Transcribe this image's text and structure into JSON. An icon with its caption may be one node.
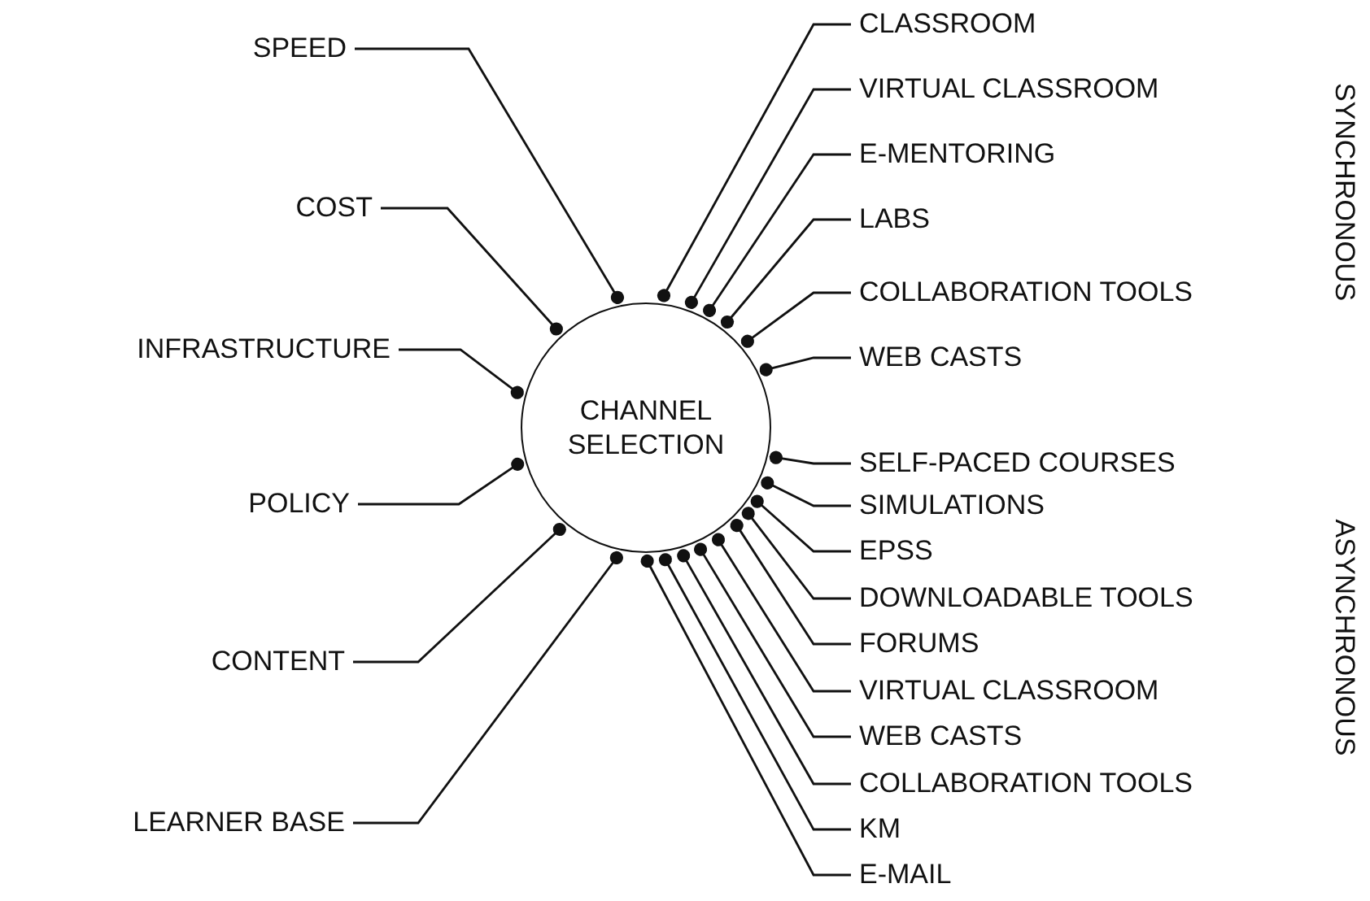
{
  "diagram": {
    "nodes": [
      {
        "text": [
          "CHANNEL SELECTION"
        ]
      },
      {
        "text": [
          "SPEED"
        ]
      },
      {
        "text": [
          "COST"
        ]
      },
      {
        "text": [
          "INFRASTRUCTURE"
        ]
      },
      {
        "text": [
          "POLICY"
        ]
      },
      {
        "text": [
          "CONTENT"
        ]
      },
      {
        "text": [
          "LEARNER BASE"
        ]
      },
      {
        "text": [
          "CLASSROOM"
        ]
      },
      {
        "text": [
          "VIRTUAL CLASSROOM"
        ]
      },
      {
        "text": [
          "E-MENTORING"
        ]
      },
      {
        "text": [
          "LABS"
        ]
      },
      {
        "text": [
          "COLLABORATION TOOLS"
        ]
      },
      {
        "text": [
          "WEB CASTS"
        ]
      },
      {
        "text": [
          "SELF-PACED COURSES"
        ]
      },
      {
        "text": [
          "SIMULATIONS"
        ]
      },
      {
        "text": [
          "EPSS"
        ]
      },
      {
        "text": [
          "DOWNLOADABLE TOOLS"
        ]
      },
      {
        "text": [
          "FORUMS"
        ]
      },
      {
        "text": [
          "VIRTUAL CLASSROOM"
        ]
      },
      {
        "text": [
          "WEB CASTS"
        ]
      },
      {
        "text": [
          "COLLABORATION TOOLS"
        ]
      },
      {
        "text": [
          "KM"
        ]
      },
      {
        "text": [
          "E-MAIL"
        ]
      }
    ],
    "edges": [
      {
        "from": 1,
        "to": 0,
        "arrow": "other"
      },
      {
        "from": 2,
        "to": 0,
        "arrow": "other"
      },
      {
        "from": 3,
        "to": 0,
        "arrow": "other"
      },
      {
        "from": 4,
        "to": 0,
        "arrow": "other"
      },
      {
        "from": 5,
        "to": 0,
        "arrow": "other"
      },
      {
        "from": 6,
        "to": 0,
        "arrow": "other"
      },
      {
        "from": 7,
        "to": 0,
        "arrow": "other"
      },
      {
        "from": 8,
        "to": 0,
        "arrow": "other"
      },
      {
        "from": 9,
        "to": 0,
        "arrow": "other"
      },
      {
        "from": 10,
        "to": 0,
        "arrow": "other"
      },
      {
        "from": 11,
        "to": 0,
        "arrow": "other"
      },
      {
        "from": 12,
        "to": 0,
        "arrow": "other"
      },
      {
        "from": 13,
        "to": 0,
        "arrow": "other"
      },
      {
        "from": 14,
        "to": 0,
        "arrow": "other"
      },
      {
        "from": 15,
        "to": 0,
        "arrow": "other"
      },
      {
        "from": 16,
        "to": 0,
        "arrow": "other"
      },
      {
        "from": 17,
        "to": 0,
        "arrow": "other"
      },
      {
        "from": 18,
        "to": 0,
        "arrow": "other"
      },
      {
        "from": 19,
        "to": 0,
        "arrow": "other"
      },
      {
        "from": 20,
        "to": 0,
        "arrow": "other"
      },
      {
        "from": 21,
        "to": 0,
        "arrow": "other"
      },
      {
        "from": 22,
        "to": 0,
        "arrow": "other"
      }
    ],
    "labels": [
      "SYNCHRONOUS",
      "ASYNCHRONOUS"
    ]
  }
}
